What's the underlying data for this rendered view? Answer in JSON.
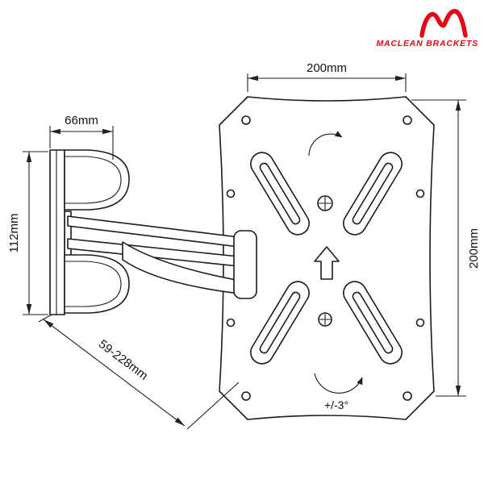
{
  "brand": {
    "name": "MACLEAN BRACKETS"
  },
  "labels": {
    "plate_width": "200mm",
    "plate_height": "200mm",
    "wall_bracket_depth": "66mm",
    "wall_bracket_height": "112mm",
    "arm_extension_range": "59-228mm",
    "rotation_angle": "+/-3°"
  },
  "colors": {
    "line": "#1b1b1b",
    "dimension_line": "#222222",
    "brand_red": "#e30613",
    "background": "#ffffff"
  }
}
